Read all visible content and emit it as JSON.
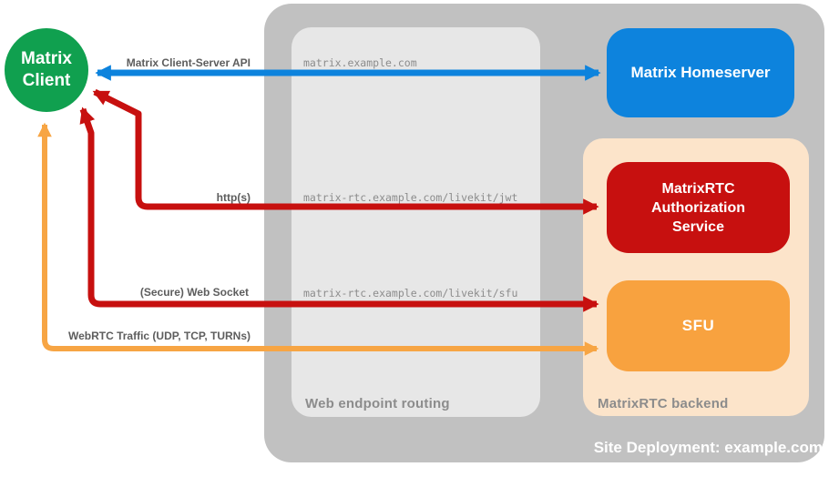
{
  "page": {
    "background": "#ffffff"
  },
  "containers": {
    "site": {
      "label": "Site Deployment: example.com",
      "color": "#c1c1c1",
      "label_color": "#ffffff"
    },
    "routing": {
      "label": "Web endpoint routing",
      "color": "#e7e7e7",
      "label_color": "#8c8c8c"
    },
    "backend": {
      "label": "MatrixRTC backend",
      "color": "#fce4ca",
      "label_color": "#8c8c8c"
    }
  },
  "nodes": {
    "client": {
      "lines": [
        "Matrix",
        "Client"
      ],
      "color": "#10a04f",
      "text_color": "#ffffff"
    },
    "homeserver": {
      "label": "Matrix Homeserver",
      "color": "#0d83dd",
      "text_color": "#ffffff"
    },
    "auth": {
      "lines": [
        "MatrixRTC",
        "Authorization",
        "Service"
      ],
      "color": "#c7100f",
      "text_color": "#ffffff"
    },
    "sfu": {
      "label": "SFU",
      "color": "#f8a23f",
      "text_color": "#ffffff"
    }
  },
  "endpoints": {
    "text_color": "#8c8c8c",
    "items": [
      "matrix.example.com",
      "matrix-rtc.example.com/livekit/jwt",
      "matrix-rtc.example.com/livekit/sfu"
    ]
  },
  "arrows": {
    "label_color": "#5d5d5d",
    "cs_api": {
      "label": "Matrix Client-Server API",
      "color": "#0d83dd",
      "direction": "bidirectional"
    },
    "http": {
      "label": "http(s)",
      "color": "#c7100f",
      "direction": "bidirectional"
    },
    "websocket": {
      "label": "(Secure) Web Socket",
      "color": "#c7100f",
      "direction": "bidirectional"
    },
    "webrtc": {
      "label": "WebRTC Traffic (UDP, TCP, TURNs)",
      "color": "#f7a544",
      "direction": "bidirectional"
    }
  }
}
